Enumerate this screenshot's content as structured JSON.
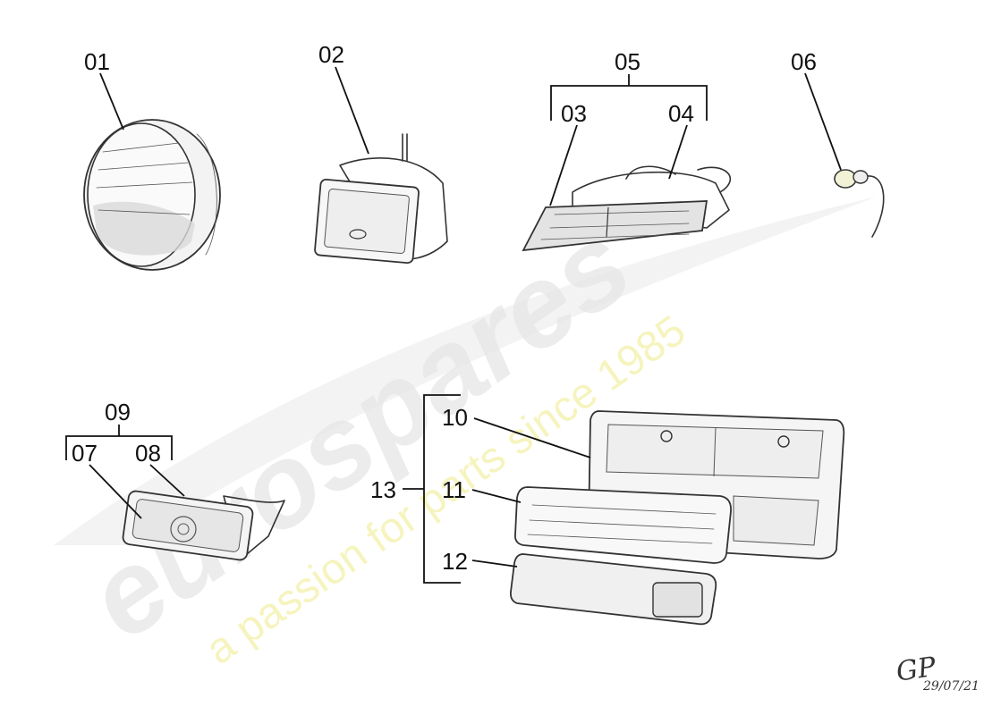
{
  "watermark": {
    "brand": "eurospares",
    "tagline": "a passion for parts since 1985",
    "colors": {
      "brand_gray": "#e6e6e6",
      "tagline_yellow": "#f6f3b8"
    }
  },
  "callouts": [
    {
      "id": "01"
    },
    {
      "id": "02"
    },
    {
      "id": "03"
    },
    {
      "id": "04"
    },
    {
      "id": "05"
    },
    {
      "id": "06"
    },
    {
      "id": "07"
    },
    {
      "id": "08"
    },
    {
      "id": "09"
    },
    {
      "id": "10"
    },
    {
      "id": "11"
    },
    {
      "id": "12"
    },
    {
      "id": "13"
    }
  ],
  "signature": {
    "initials": "GP",
    "date": "29/07/21"
  }
}
